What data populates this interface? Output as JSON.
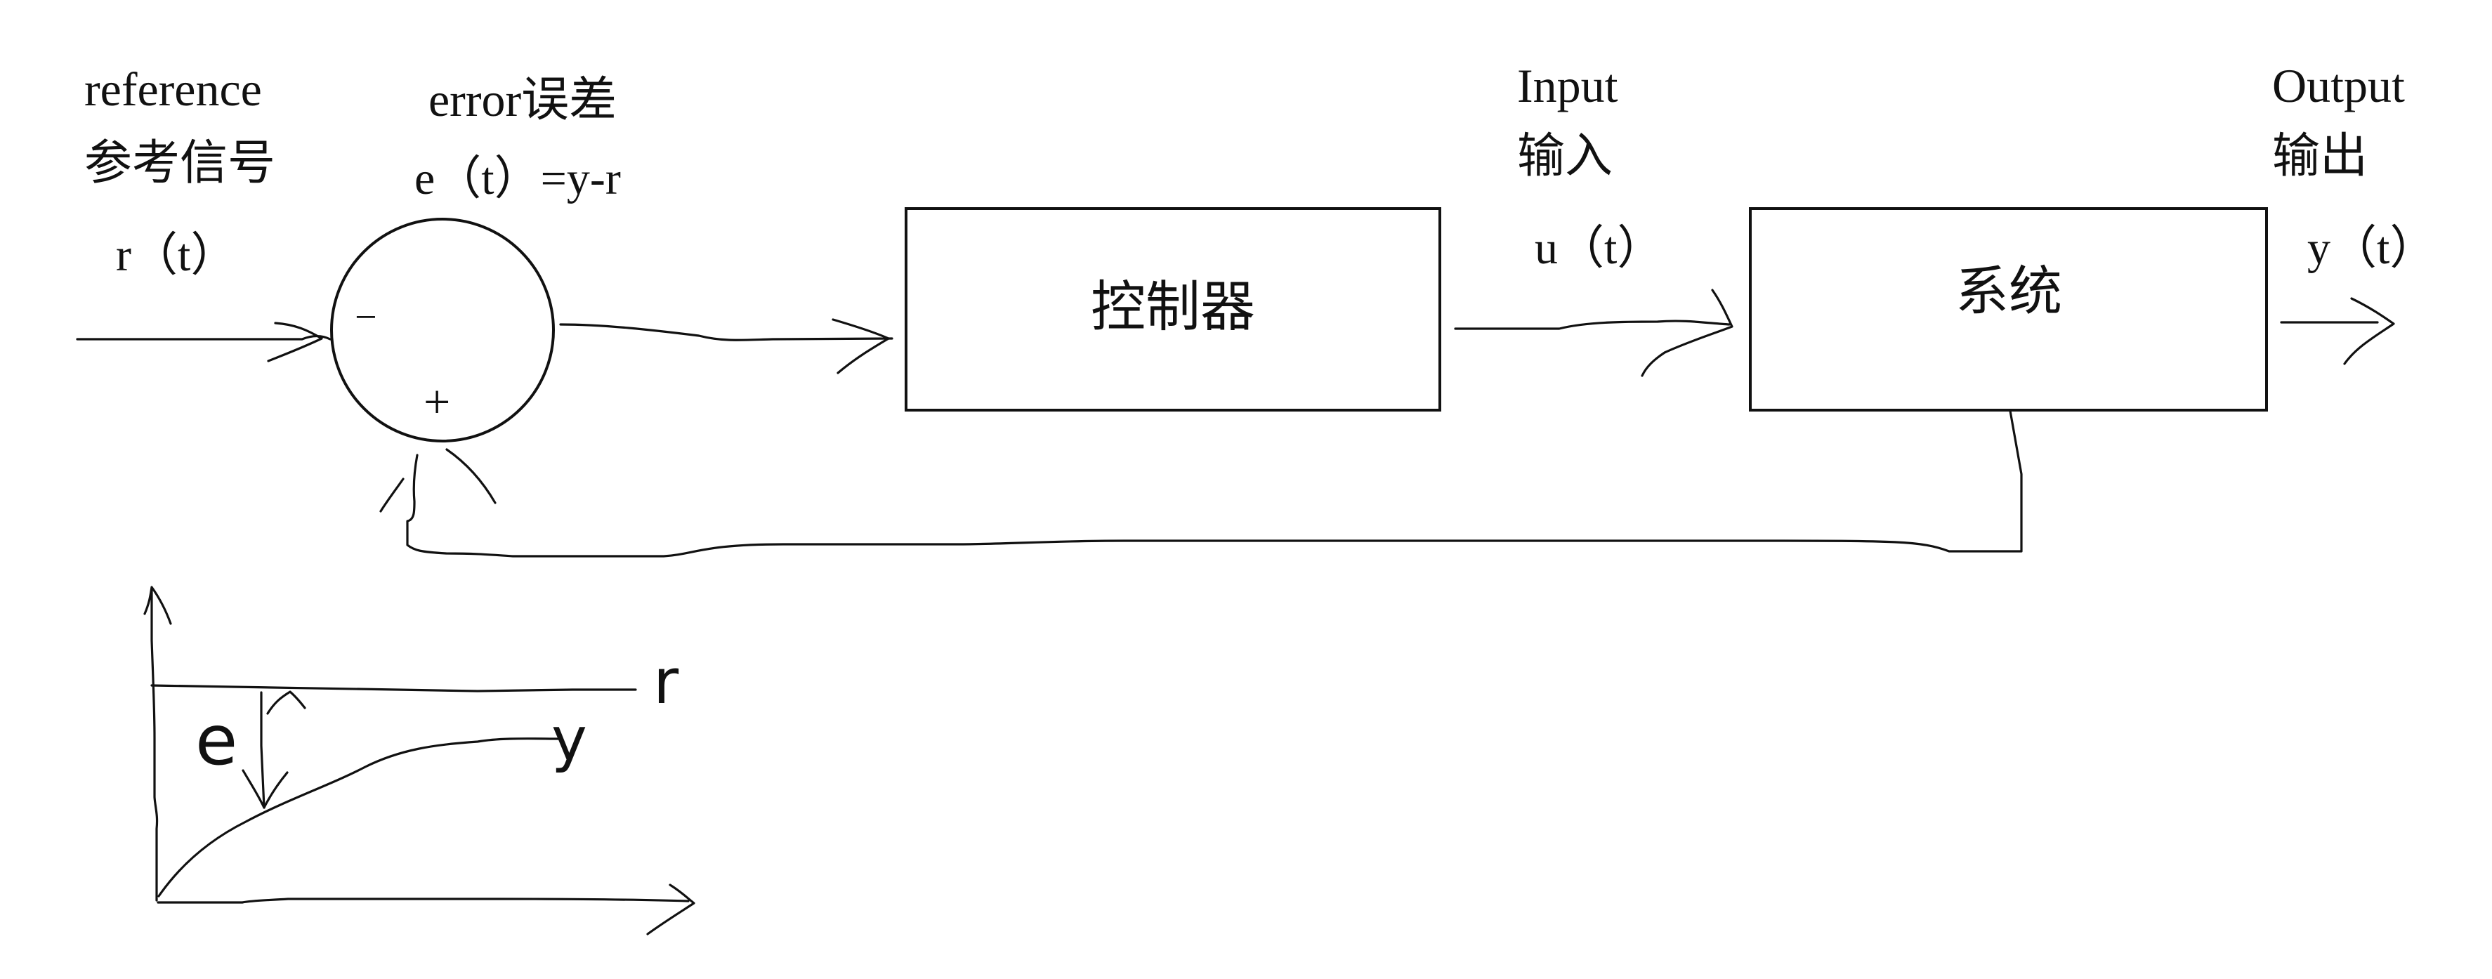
{
  "labels": {
    "reference_en": "reference",
    "reference_cn": "参考信号",
    "reference_var": "r（t）",
    "error_title": "error误差",
    "error_formula": "e（t）=y-r",
    "input_en": "Input",
    "input_cn": "输入",
    "input_var": "u（t）",
    "output_en": "Output",
    "output_cn": "输出",
    "output_var": "y（t）",
    "controller": "控制器",
    "system": "系统",
    "minus_sign": "−",
    "plus_sign": "+"
  },
  "sketch_labels": {
    "r": "r",
    "e": "e",
    "y": "y"
  }
}
